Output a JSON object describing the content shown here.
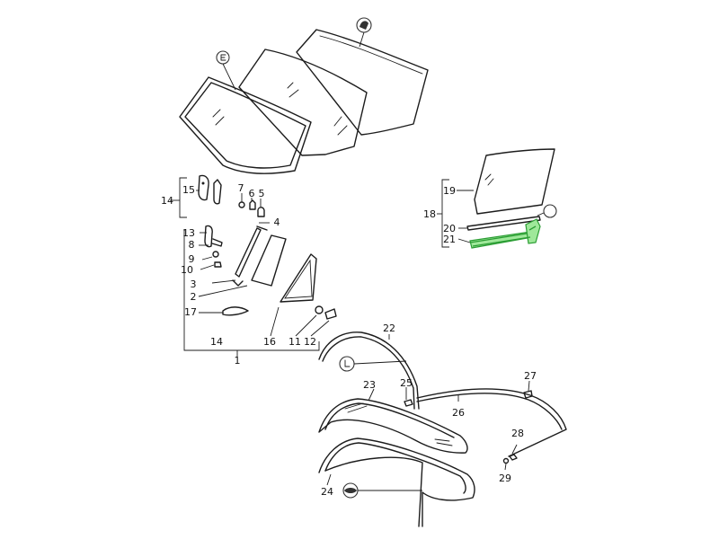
{
  "diagram": {
    "callouts": [
      {
        "id": "c1",
        "text": "1"
      },
      {
        "id": "c2",
        "text": "2"
      },
      {
        "id": "c3",
        "text": "3"
      },
      {
        "id": "c4",
        "text": "4"
      },
      {
        "id": "c5",
        "text": "5"
      },
      {
        "id": "c6",
        "text": "6"
      },
      {
        "id": "c7",
        "text": "7"
      },
      {
        "id": "c8",
        "text": "8"
      },
      {
        "id": "c9",
        "text": "9"
      },
      {
        "id": "c10",
        "text": "10"
      },
      {
        "id": "c11",
        "text": "11"
      },
      {
        "id": "c12",
        "text": "12"
      },
      {
        "id": "c13",
        "text": "13"
      },
      {
        "id": "c14a",
        "text": "14"
      },
      {
        "id": "c14b",
        "text": "14"
      },
      {
        "id": "c15",
        "text": "15"
      },
      {
        "id": "c16",
        "text": "16"
      },
      {
        "id": "c17",
        "text": "17"
      },
      {
        "id": "c18",
        "text": "18"
      },
      {
        "id": "c19",
        "text": "19"
      },
      {
        "id": "c20",
        "text": "20"
      },
      {
        "id": "c21",
        "text": "21"
      },
      {
        "id": "c22",
        "text": "22"
      },
      {
        "id": "c23",
        "text": "23"
      },
      {
        "id": "c24",
        "text": "24"
      },
      {
        "id": "c25",
        "text": "25"
      },
      {
        "id": "c26",
        "text": "26"
      },
      {
        "id": "c27",
        "text": "27"
      },
      {
        "id": "c28",
        "text": "28"
      },
      {
        "id": "c29",
        "text": "29"
      }
    ],
    "highlight_color": "#9fe89a",
    "highlight_stroke": "#2a9d33",
    "symbols": [
      "model-e-symbol",
      "model-s-symbol",
      "model-circle-symbol",
      "model-l-symbol",
      "model-eye-symbol"
    ]
  }
}
